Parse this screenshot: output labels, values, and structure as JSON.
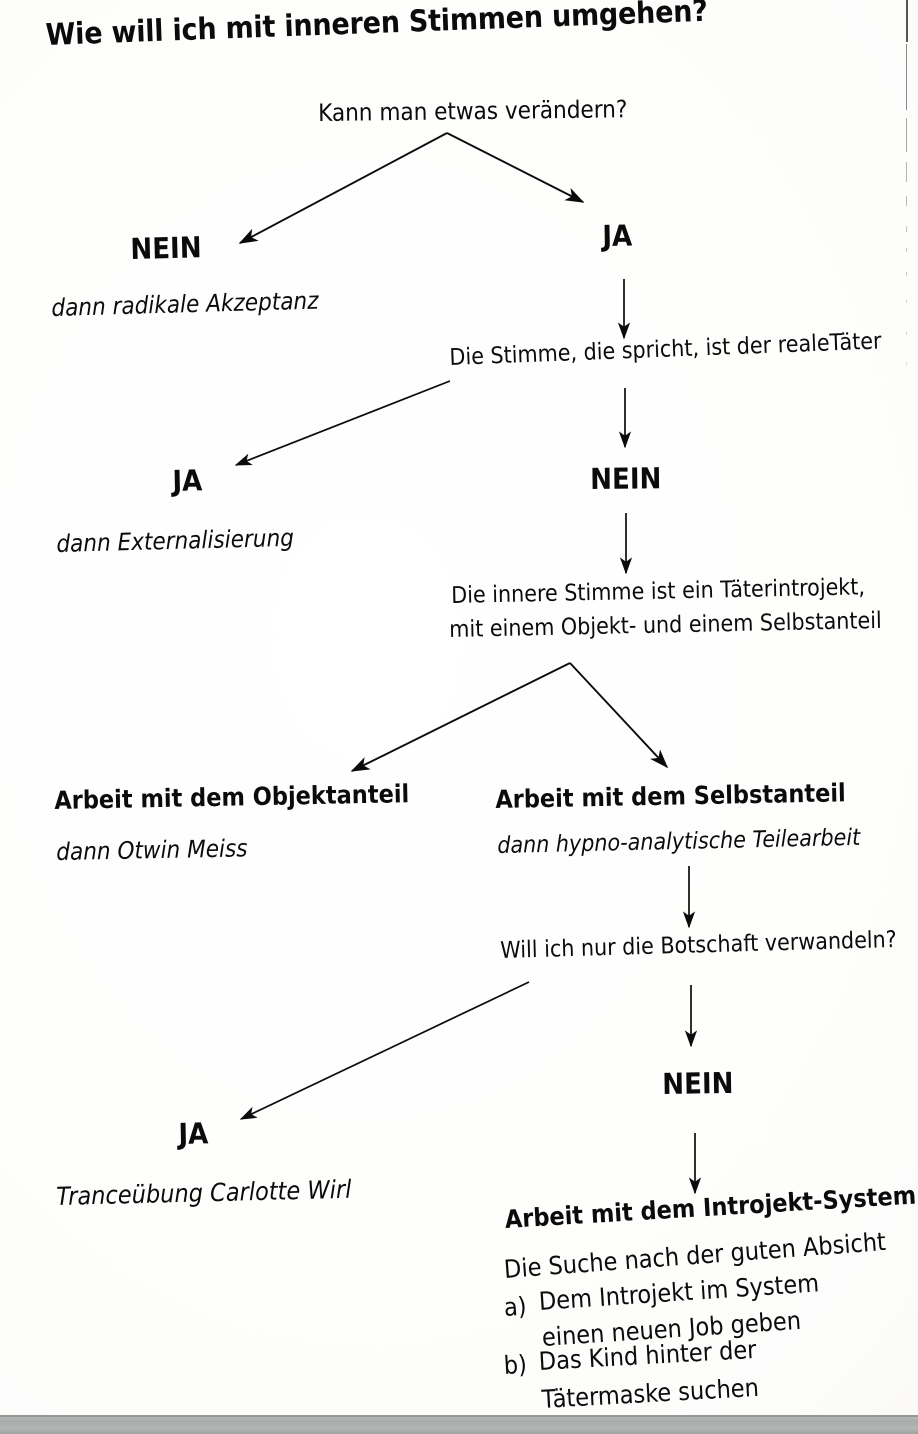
{
  "document": {
    "title": "Wie will ich mit inneren Stimmen umgehen?",
    "language": "de",
    "kind": "decision-flowchart"
  },
  "nodes": {
    "q1": "Kann man etwas verändern?",
    "q1_no": "NEIN",
    "q1_no_note": "dann radikale Akzeptanz",
    "q1_yes": "JA",
    "q2": "Die Stimme, die spricht, ist der realeTäter",
    "q2_yes": "JA",
    "q2_yes_note": "dann Externalisierung",
    "q2_no": "NEIN",
    "q3_line1": "Die innere Stimme ist ein Täterintrojekt,",
    "q3_line2": "mit einem Objekt- und einem Selbstanteil",
    "branch_object_title": "Arbeit mit dem Objektanteil",
    "branch_object_note": "dann Otwin Meiss",
    "branch_self_title": "Arbeit mit dem Selbstanteil",
    "branch_self_note": "dann hypno-analytische Teilearbeit",
    "q4": "Will ich nur die Botschaft verwandeln?",
    "q4_yes": "JA",
    "q4_yes_note": "Tranceübung Carlotte Wirl",
    "q4_no": "NEIN",
    "final_title": "Arbeit mit dem Introjekt-System",
    "final_sub": "Die Suche nach der guten Absicht",
    "final_a_marker": "a)",
    "final_a_line1": "Dem Introjekt im System",
    "final_a_line2": "einen neuen Job geben",
    "final_b_marker": "b)",
    "final_b_line1": "Das Kind hinter der",
    "final_b_line2": "Tätermaske suchen"
  },
  "colors": {
    "ink": "#0b0b0b",
    "paper": "#fdfdfc",
    "scanner_band": "#b0b3b2"
  }
}
